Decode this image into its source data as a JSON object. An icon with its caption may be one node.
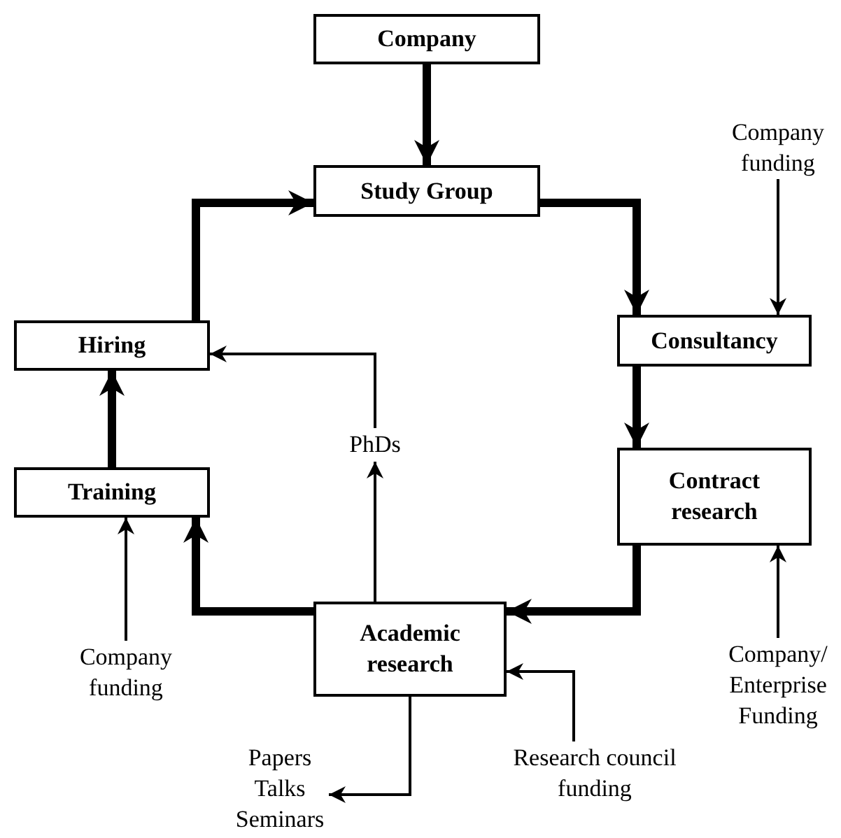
{
  "diagram": {
    "nodes": [
      {
        "text": [
          "Company"
        ]
      },
      {
        "text": [
          "Study Group"
        ]
      },
      {
        "text": [
          "Company funding"
        ]
      },
      {
        "text": [
          "Consultancy"
        ]
      },
      {
        "text": [
          "Hiring"
        ]
      },
      {
        "text": [
          "PhDs"
        ]
      },
      {
        "text": [
          "Training"
        ]
      },
      {
        "text": [
          "Contract research"
        ]
      },
      {
        "text": [
          "Academic research"
        ]
      },
      {
        "text": [
          "Company funding"
        ]
      },
      {
        "text": [
          "Company/ Enterprise Funding"
        ]
      },
      {
        "text": [
          "Papers Talks Seminars"
        ]
      },
      {
        "text": [
          "Research council funding"
        ]
      }
    ],
    "edges": [
      {
        "from": 0,
        "to": 1,
        "arrow": "to",
        "style": "thick"
      },
      {
        "from": 1,
        "to": 3,
        "arrow": "to",
        "style": "thick"
      },
      {
        "from": 2,
        "to": 3,
        "arrow": "to"
      },
      {
        "from": 3,
        "to": 7,
        "arrow": "to",
        "style": "thick"
      },
      {
        "from": 7,
        "to": 8,
        "arrow": "to",
        "style": "thick"
      },
      {
        "from": 8,
        "to": 6,
        "arrow": "to",
        "style": "thick"
      },
      {
        "from": 6,
        "to": 4,
        "arrow": "to",
        "style": "thick"
      },
      {
        "from": 4,
        "to": 1,
        "arrow": "to",
        "style": "thick"
      },
      {
        "from": 8,
        "to": 5,
        "arrow": "to"
      },
      {
        "from": 5,
        "to": 4,
        "arrow": "to"
      },
      {
        "from": 9,
        "to": 6,
        "arrow": "to"
      },
      {
        "from": 10,
        "to": 7,
        "arrow": "to"
      },
      {
        "from": 8,
        "to": 11,
        "arrow": "to"
      },
      {
        "from": 12,
        "to": 8,
        "arrow": "to"
      }
    ]
  }
}
